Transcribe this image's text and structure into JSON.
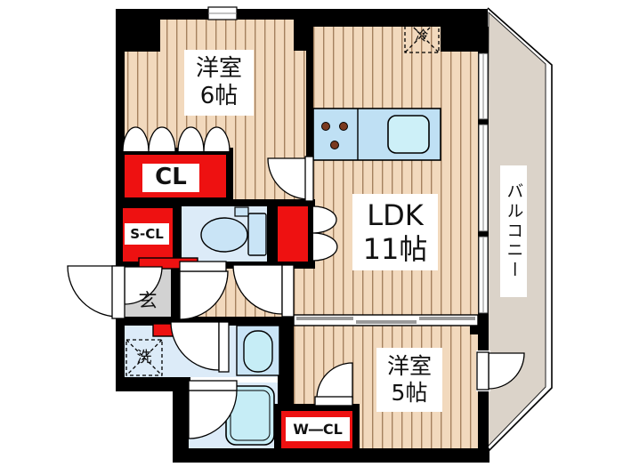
{
  "floorplan": {
    "bedroom6": {
      "name": "洋室",
      "size": "6帖"
    },
    "ldk": {
      "name": "LDK",
      "size": "11帖"
    },
    "bedroom5": {
      "name": "洋室",
      "size": "5帖"
    },
    "balcony": {
      "name": "バルコニー"
    },
    "entrance": {
      "label": "玄"
    },
    "washer": {
      "label": "洗"
    },
    "fridge": {
      "label": "冷"
    },
    "closet": {
      "label": "CL"
    },
    "shoe_closet": {
      "label": "S-CL"
    },
    "walkin_closet": {
      "label": "W―CL"
    }
  },
  "colors": {
    "wall": "#000000",
    "floor": "#f2d9bd",
    "floor_line": "#a5815f",
    "closet_red": "#ee1111",
    "wet_room": "#dcebf8",
    "fixture_blue": "#c9e4f6",
    "tub_cyan": "#c6edf6",
    "counter_blue": "#bfe0f4",
    "sink_cyan": "#cdf0f8",
    "burner_brown": "#7a3a20",
    "balcony_floor": "#dbd3c9",
    "entrance_gray": "#d2d2d2"
  }
}
